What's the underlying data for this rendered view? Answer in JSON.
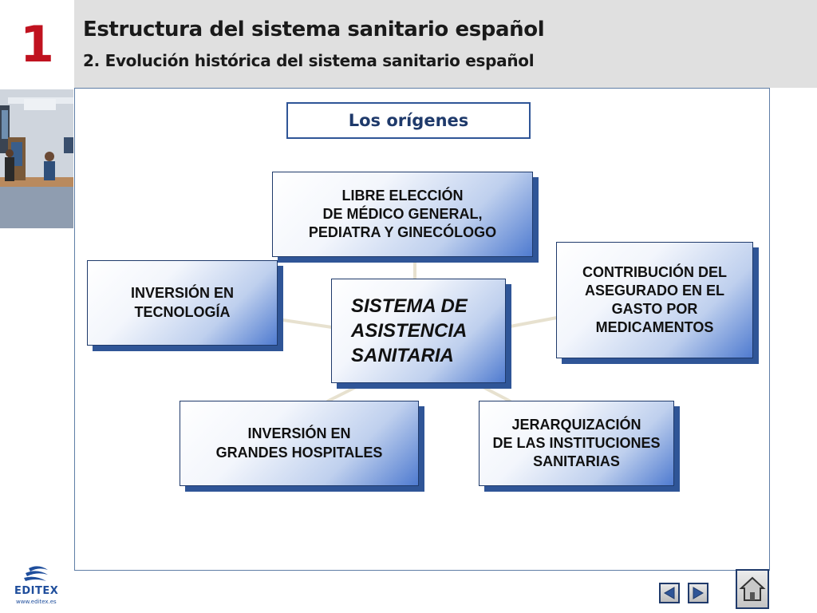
{
  "header": {
    "chapter_number": "1",
    "title": "Estructura del sistema sanitario español",
    "subtitle": "2. Evolución histórica del sistema sanitario español"
  },
  "section": {
    "title": "Los orígenes"
  },
  "diagram": {
    "center": "SISTEMA DE\nASISTENCIA\n SANITARIA",
    "top": "LIBRE ELECCIÓN\nDE MÉDICO GENERAL,\nPEDIATRA Y GINECÓLOGO",
    "left": "INVERSIÓN EN\nTECNOLOGÍA",
    "right": "CONTRIBUCIÓN DEL\nASEGURADO EN EL\nGASTO POR\nMEDICAMENTOS",
    "bottom_left": "INVERSIÓN EN\nGRANDES HOSPITALES",
    "bottom_right": "JERARQUIZACIÓN\nDE LAS INSTITUCIONES\nSANITARIAS"
  },
  "footer": {
    "logo_text": "EDITEX",
    "logo_url": "www.editex.es"
  },
  "icons": {
    "prev": "left-arrow-icon",
    "next": "right-arrow-icon",
    "home": "home-icon"
  },
  "colors": {
    "chapter_red": "#c0121f",
    "header_gray": "#e0e0e0",
    "box_border": "#1f3a6b",
    "box_shadow": "#2f5597",
    "brand_blue": "#1f4e9c"
  }
}
